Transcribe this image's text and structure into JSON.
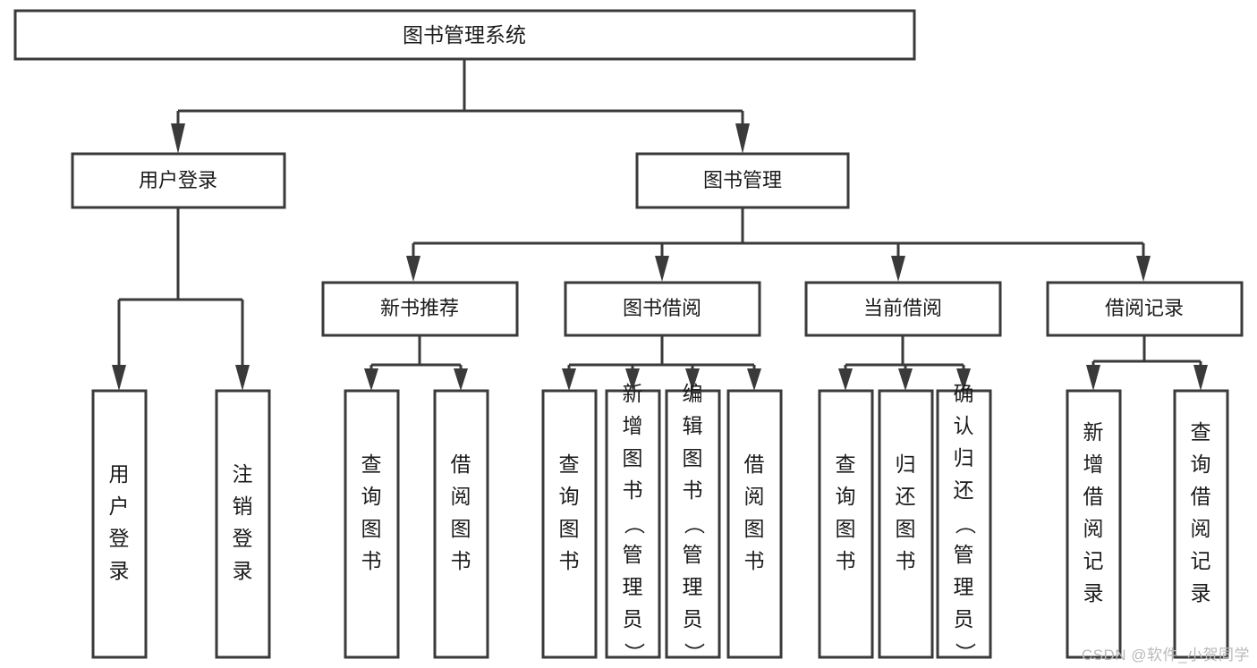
{
  "diagram": {
    "title": "图书管理系统",
    "watermark": "CSDN @软件_小贺同学",
    "colors": {
      "box_stroke": "#3a3a3a",
      "box_fill": "#ffffff",
      "text": "#1b1b1b",
      "watermark": "#b9b9b9",
      "background": "#ffffff"
    },
    "levels": {
      "level1": [
        "图书管理系统"
      ],
      "level2": [
        "用户登录",
        "图书管理"
      ],
      "level3": [
        "新书推荐",
        "图书借阅",
        "当前借阅",
        "借阅记录"
      ],
      "level4": [
        "用户登录",
        "注销登录",
        "查询图书",
        "借阅图书",
        "查询图书",
        "新增图书（管理员）",
        "编辑图书（管理员）",
        "借阅图书",
        "查询图书",
        "归还图书",
        "确认归还（管理员）",
        "新增借阅记录",
        "查询借阅记录"
      ]
    },
    "nodes": {
      "root": {
        "label": "图书管理系统"
      },
      "user_login": {
        "label": "用户登录"
      },
      "book_mgmt": {
        "label": "图书管理"
      },
      "new_book_rec": {
        "label": "新书推荐"
      },
      "book_borrow": {
        "label": "图书借阅"
      },
      "current_borrow": {
        "label": "当前借阅"
      },
      "borrow_record": {
        "label": "借阅记录"
      },
      "leaf_user_login": {
        "label": "用户登录"
      },
      "leaf_logout": {
        "label": "注销登录"
      },
      "leaf_query_book_1": {
        "label": "查询图书"
      },
      "leaf_borrow_book_1": {
        "label": "借阅图书"
      },
      "leaf_query_book_2": {
        "label": "查询图书"
      },
      "leaf_add_book": {
        "label": "新增图书（管理员）"
      },
      "leaf_edit_book": {
        "label": "编辑图书（管理员）"
      },
      "leaf_borrow_book_2": {
        "label": "借阅图书"
      },
      "leaf_query_book_3": {
        "label": "查询图书"
      },
      "leaf_return_book": {
        "label": "归还图书"
      },
      "leaf_confirm_return": {
        "label": "确认归还（管理员）"
      },
      "leaf_add_record": {
        "label": "新增借阅记录"
      },
      "leaf_query_record": {
        "label": "查询借阅记录"
      }
    },
    "edges": [
      {
        "from": "root",
        "to": "user_login"
      },
      {
        "from": "root",
        "to": "book_mgmt"
      },
      {
        "from": "user_login",
        "to": "leaf_user_login"
      },
      {
        "from": "user_login",
        "to": "leaf_logout"
      },
      {
        "from": "book_mgmt",
        "to": "new_book_rec"
      },
      {
        "from": "book_mgmt",
        "to": "book_borrow"
      },
      {
        "from": "book_mgmt",
        "to": "current_borrow"
      },
      {
        "from": "book_mgmt",
        "to": "borrow_record"
      },
      {
        "from": "new_book_rec",
        "to": "leaf_query_book_1"
      },
      {
        "from": "new_book_rec",
        "to": "leaf_borrow_book_1"
      },
      {
        "from": "book_borrow",
        "to": "leaf_query_book_2"
      },
      {
        "from": "book_borrow",
        "to": "leaf_add_book"
      },
      {
        "from": "book_borrow",
        "to": "leaf_edit_book"
      },
      {
        "from": "book_borrow",
        "to": "leaf_borrow_book_2"
      },
      {
        "from": "current_borrow",
        "to": "leaf_query_book_3"
      },
      {
        "from": "current_borrow",
        "to": "leaf_return_book"
      },
      {
        "from": "current_borrow",
        "to": "leaf_confirm_return"
      },
      {
        "from": "borrow_record",
        "to": "leaf_add_record"
      },
      {
        "from": "borrow_record",
        "to": "leaf_query_record"
      }
    ]
  }
}
